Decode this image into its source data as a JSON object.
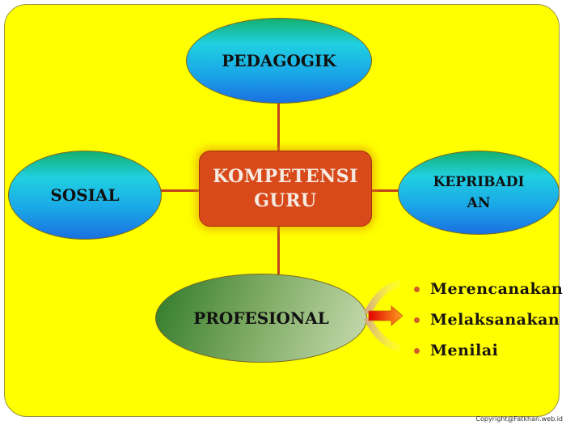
{
  "diagram": {
    "center": {
      "line1": "KOMPETENSI",
      "line2": "GURU"
    },
    "nodes": {
      "top": "PEDAGOGIK",
      "left": "SOSIAL",
      "right_line1": "KEPRIBADI",
      "right_line2": "AN",
      "bottom": "PROFESIONAL"
    },
    "bullets": [
      "Merencanakan",
      "Melaksanakan",
      "Menilai"
    ],
    "colors": {
      "background": "#ffff00",
      "center_box": "#d94a1a",
      "connector": "#c0441a",
      "bullet_dot": "#d0602a"
    }
  },
  "footer": {
    "copyright": "Copyright@Fatkhan.web.id"
  }
}
